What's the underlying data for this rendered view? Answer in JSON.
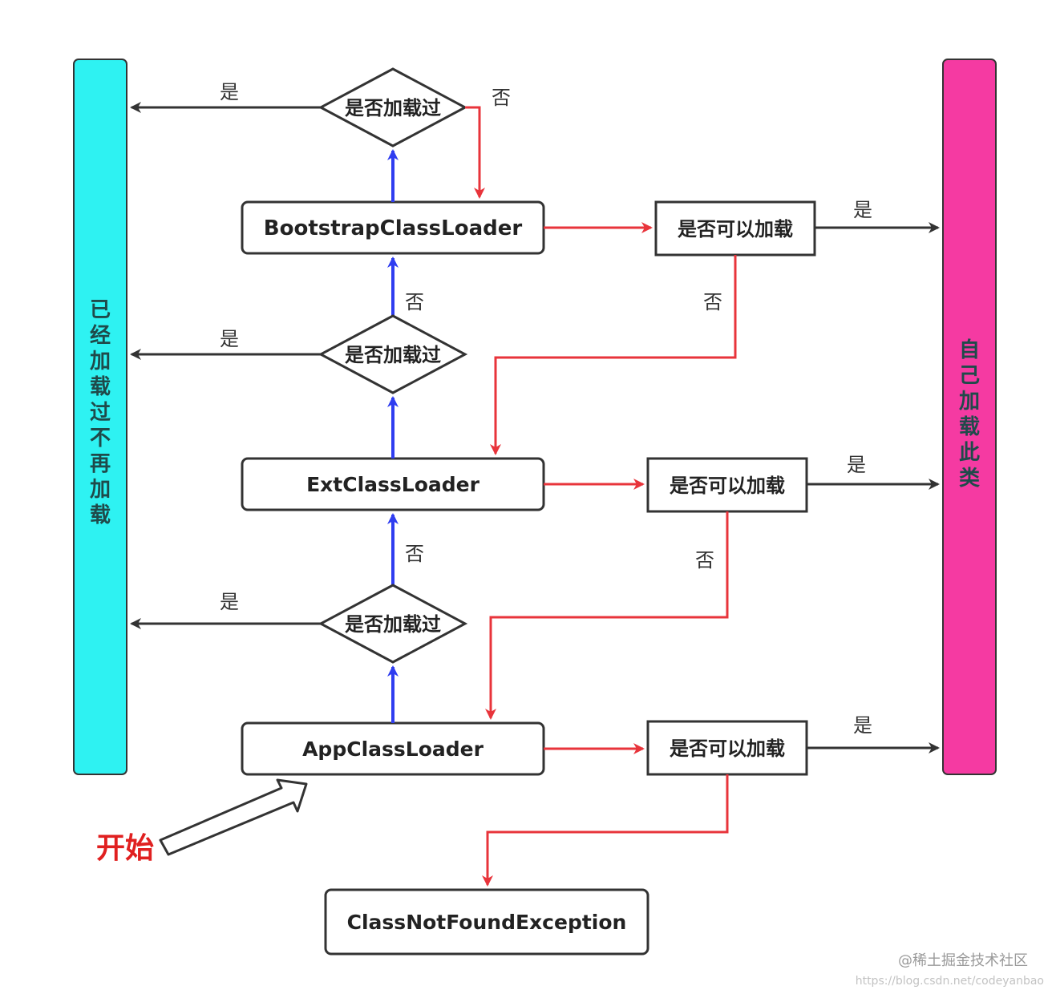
{
  "left_bar": {
    "label": "已经加载过不再加载",
    "color": "#2ef2f2"
  },
  "right_bar": {
    "label": "自己加载此类",
    "color": "#f53aa2"
  },
  "loaders": {
    "bootstrap": "BootstrapClassLoader",
    "ext": "ExtClassLoader",
    "app": "AppClassLoader"
  },
  "decision_loaded": "是否加载过",
  "decision_can_load": "是否可以加载",
  "yes": "是",
  "no": "否",
  "start": "开始",
  "exception": "ClassNotFoundException",
  "watermark": {
    "line1": "@稀土掘金技术社区",
    "line2": "https://blog.csdn.net/codeyanbao"
  },
  "colors": {
    "up_arrow": "#2f3df0",
    "red_flow": "#e8343b",
    "black_flow": "#333333",
    "start_text": "#e02020"
  }
}
